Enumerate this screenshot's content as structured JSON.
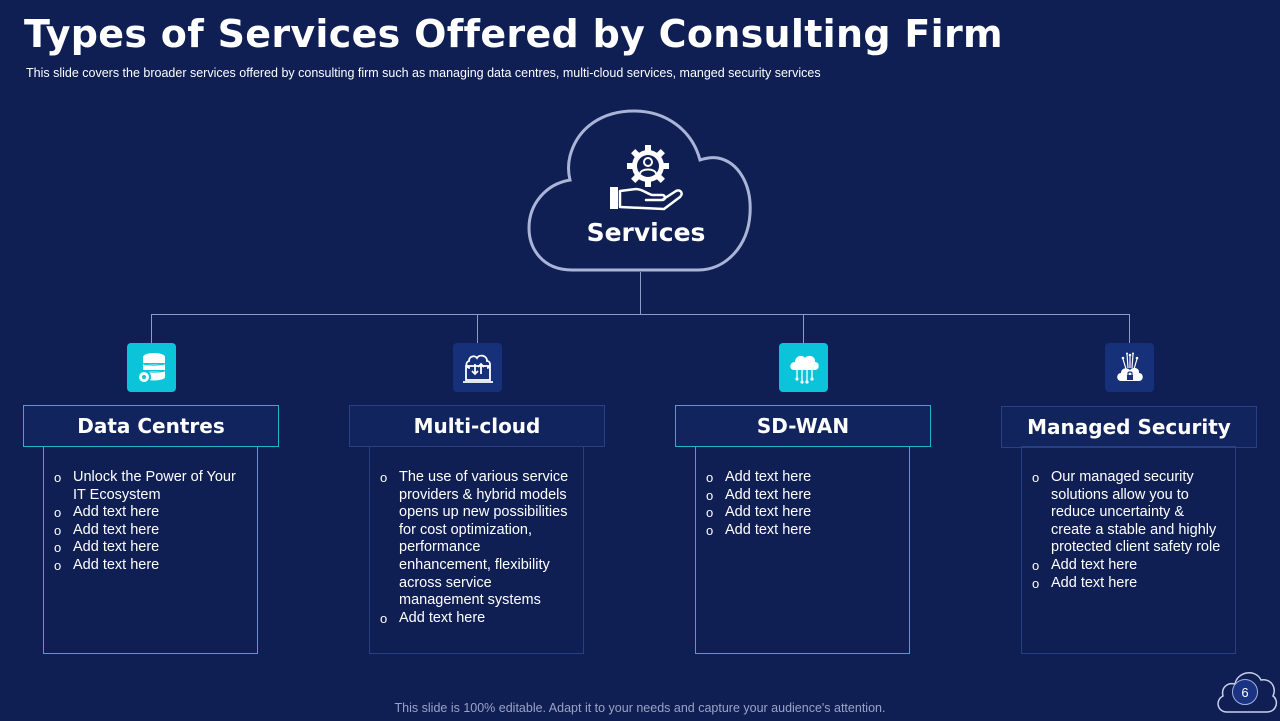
{
  "slide": {
    "title": "Types of Services Offered by Consulting Firm",
    "subtitle": "This slide covers the broader services offered  by consulting firm such as managing data centres, multi-cloud services, manged security services",
    "footer": "This slide is 100% editable. Adapt it to your needs and capture your audience's attention.",
    "page_number": "6"
  },
  "center": {
    "label": "Services",
    "icon": "hand-gear-user-icon"
  },
  "columns": [
    {
      "title": "Data Centres",
      "icon": "database-gear-icon",
      "items": [
        "Unlock the Power of Your IT Ecosystem",
        "Add text here",
        "Add text here",
        "Add text here",
        "Add text here"
      ]
    },
    {
      "title": "Multi-cloud",
      "icon": "cloud-laptop-icon",
      "items": [
        "The use of various service providers & hybrid models opens up new possibilities for cost optimization, performance enhancement, flexibility across service management systems",
        "Add text here"
      ]
    },
    {
      "title": "SD-WAN",
      "icon": "cloud-network-icon",
      "items": [
        "Add text here",
        "Add text here",
        "Add text here",
        "Add text here"
      ]
    },
    {
      "title": "Managed Security",
      "icon": "cloud-lock-icon",
      "items": [
        "Our managed security solutions allow you to reduce uncertainty & create a stable and highly protected client safety role",
        "Add text here",
        "Add text here"
      ]
    }
  ],
  "colors": {
    "background": "#0f1f54",
    "accent_cyan": "#0bc4d9",
    "box_border": "#27407f"
  }
}
